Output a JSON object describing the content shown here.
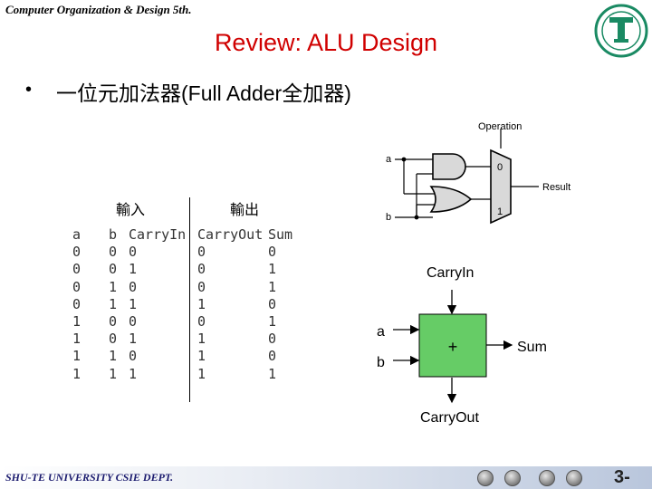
{
  "header": {
    "course_title": "Computer Organization & Design 5th."
  },
  "slide": {
    "title": "Review: ALU Design",
    "bullet_marker": "•",
    "bullet_text": "一位元加法器(Full Adder全加器)"
  },
  "truth_table": {
    "input_heading": "輸入",
    "output_heading": "輸出",
    "columns": [
      "a",
      "b",
      "CarryIn",
      "CarryOut",
      "Sum"
    ],
    "rows": [
      [
        "0",
        "0",
        "0",
        "0",
        "0"
      ],
      [
        "0",
        "0",
        "1",
        "0",
        "1"
      ],
      [
        "0",
        "1",
        "0",
        "0",
        "1"
      ],
      [
        "0",
        "1",
        "1",
        "1",
        "0"
      ],
      [
        "1",
        "0",
        "0",
        "0",
        "1"
      ],
      [
        "1",
        "0",
        "1",
        "1",
        "0"
      ],
      [
        "1",
        "1",
        "0",
        "1",
        "0"
      ],
      [
        "1",
        "1",
        "1",
        "1",
        "1"
      ]
    ]
  },
  "alu_diagram": {
    "operation_label": "Operation",
    "result_label": "Result",
    "input_a": "a",
    "input_b": "b",
    "mux_0": "0",
    "mux_1": "1"
  },
  "adder_block": {
    "carry_in_label": "CarryIn",
    "carry_out_label": "CarryOut",
    "input_a": "a",
    "input_b": "b",
    "operator_symbol": "+",
    "output_label": "Sum",
    "fill_color": "#66cc66"
  },
  "footer": {
    "department": "SHU-TE UNIVERSITY CSIE DEPT.",
    "page_number": "3-"
  },
  "logo": {
    "icon": "university-seal-icon",
    "color": "#1a8a63"
  }
}
